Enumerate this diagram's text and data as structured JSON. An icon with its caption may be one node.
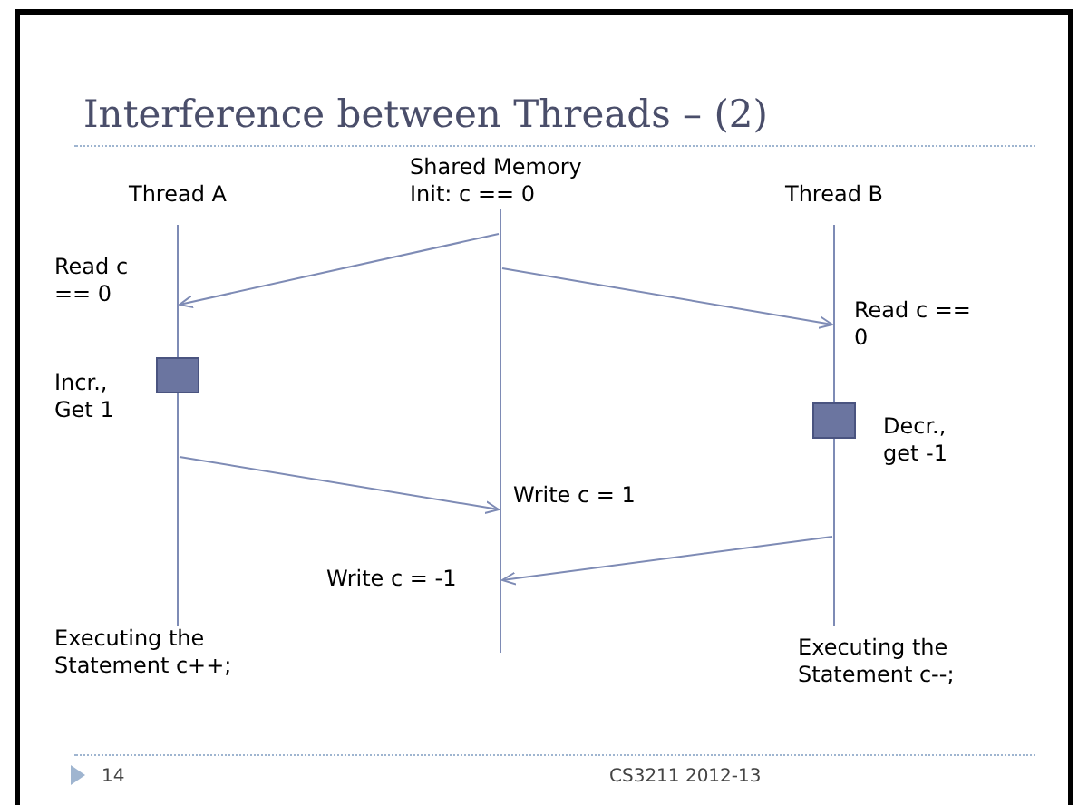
{
  "diagram": {
    "title": "Interference between Threads – (2)",
    "nodes": [
      {
        "text": [
          "Thread A"
        ],
        "beside": [
          "Executing the Statement c++;"
        ]
      },
      {
        "text": [
          "Shared Memory Init: c == 0"
        ]
      },
      {
        "text": [
          "Thread B"
        ],
        "beside": [
          "Executing the Statement c--;"
        ]
      },
      {
        "text": [],
        "shape": "box",
        "in": 0
      },
      {
        "text": [],
        "shape": "box",
        "in": 2
      }
    ],
    "edges": [
      {
        "from": 1,
        "to": 0,
        "arrow": "to",
        "label": "Read c == 0"
      },
      {
        "from": 1,
        "to": 2,
        "arrow": "to",
        "label": "Read c == 0"
      },
      {
        "from": 0,
        "to": 1,
        "arrow": "to",
        "label": "Write c = 1"
      },
      {
        "from": 2,
        "to": 1,
        "arrow": "to",
        "label": "Write c = -1"
      }
    ],
    "labels": [
      "Incr., Get 1",
      "Decr., get -1",
      "14",
      "CS3211 2012-13"
    ]
  }
}
